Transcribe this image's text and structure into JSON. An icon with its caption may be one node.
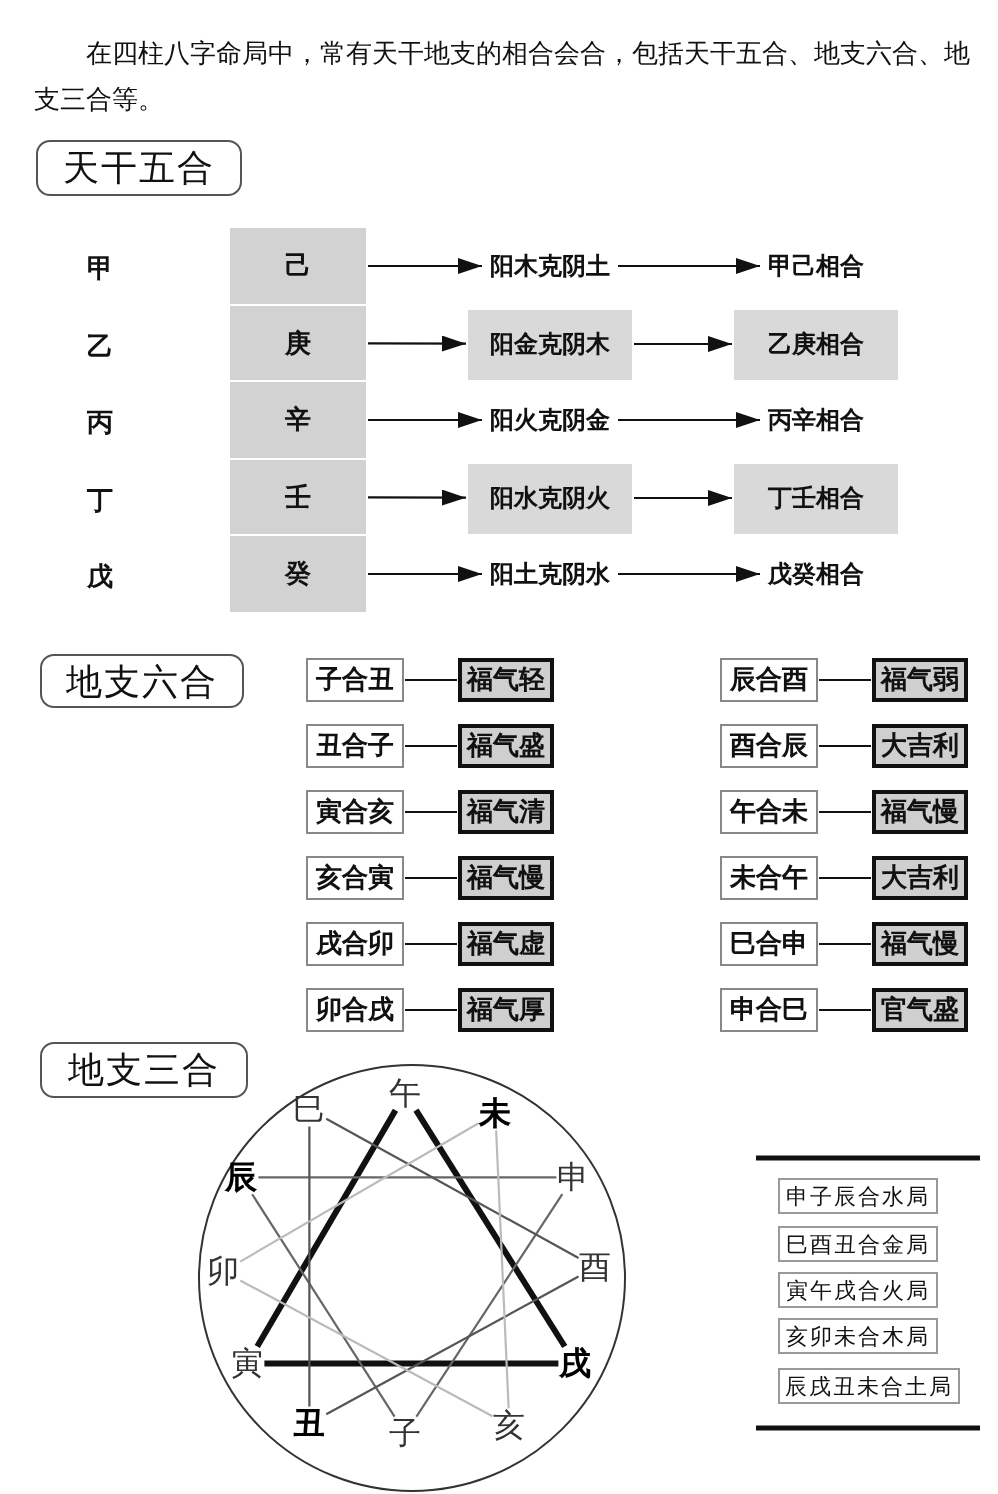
{
  "diagram": {
    "nodes": [
      {
        "text": [
          "天干五合"
        ]
      },
      {
        "text": [
          "己"
        ]
      },
      {
        "text": [
          "阳木克阴土"
        ]
      },
      {
        "text": [
          "甲己相合"
        ]
      },
      {
        "text": [
          "庚"
        ]
      },
      {
        "text": [
          "阳金克阴木"
        ]
      },
      {
        "text": [
          "乙庚相合"
        ]
      },
      {
        "text": [
          "辛"
        ]
      },
      {
        "text": [
          "阳火克阴金"
        ]
      },
      {
        "text": [
          "丙辛相合"
        ]
      },
      {
        "text": [
          "壬"
        ]
      },
      {
        "text": [
          "阳水克阴火"
        ]
      },
      {
        "text": [
          "丁壬相合"
        ]
      },
      {
        "text": [
          "癸"
        ]
      },
      {
        "text": [
          "阳土克阴水"
        ]
      },
      {
        "text": [
          "戊癸相合"
        ]
      },
      {
        "text": [
          "地支六合"
        ]
      },
      {
        "text": [
          "子合丑"
        ]
      },
      {
        "text": [
          "福气轻"
        ]
      },
      {
        "text": [
          "辰合酉"
        ]
      },
      {
        "text": [
          "福气弱"
        ]
      },
      {
        "text": [
          "丑合子"
        ]
      },
      {
        "text": [
          "福气盛"
        ]
      },
      {
        "text": [
          "酉合辰"
        ]
      },
      {
        "text": [
          "大吉利"
        ]
      },
      {
        "text": [
          "寅合亥"
        ]
      },
      {
        "text": [
          "福气清"
        ]
      },
      {
        "text": [
          "午合未"
        ]
      },
      {
        "text": [
          "福气慢"
        ]
      },
      {
        "text": [
          "亥合寅"
        ]
      },
      {
        "text": [
          "福气慢"
        ]
      },
      {
        "text": [
          "未合午"
        ]
      },
      {
        "text": [
          "大吉利"
        ]
      },
      {
        "text": [
          "戌合卯"
        ]
      },
      {
        "text": [
          "福气虚"
        ]
      },
      {
        "text": [
          "巳合申"
        ]
      },
      {
        "text": [
          "福气慢"
        ]
      },
      {
        "text": [
          "卯合戌"
        ]
      },
      {
        "text": [
          "福气厚"
        ]
      },
      {
        "text": [
          "申合巳"
        ]
      },
      {
        "text": [
          "官气盛"
        ]
      },
      {
        "text": [
          "地支三合"
        ]
      },
      {
        "text": [],
        "shape": "circle"
      },
      {
        "text": [
          "午"
        ],
        "in": 42
      },
      {
        "text": [
          "巳"
        ],
        "in": 42
      },
      {
        "text": [
          "未"
        ],
        "in": 42
      },
      {
        "text": [
          "辰"
        ],
        "in": 42
      },
      {
        "text": [
          "申"
        ],
        "in": 42
      },
      {
        "text": [
          "卯"
        ],
        "in": 42
      },
      {
        "text": [
          "酉"
        ],
        "in": 42
      },
      {
        "text": [
          "寅"
        ],
        "in": 42
      },
      {
        "text": [
          "戌"
        ],
        "in": 42
      },
      {
        "text": [
          "丑"
        ],
        "in": 42
      },
      {
        "text": [
          "子"
        ],
        "in": 42
      },
      {
        "text": [
          "亥"
        ],
        "in": 42
      },
      {
        "text": [
          "申子辰合水局"
        ]
      },
      {
        "text": [
          "巳酉丑合金局"
        ]
      },
      {
        "text": [
          "寅午戌合火局"
        ]
      },
      {
        "text": [
          "亥卯未合木局"
        ]
      },
      {
        "text": [
          "辰戌丑未合土局"
        ]
      }
    ],
    "edges": [
      {
        "from": 1,
        "to": 2,
        "arrow": "to"
      },
      {
        "from": 2,
        "to": 3,
        "arrow": "to"
      },
      {
        "from": 4,
        "to": 5,
        "arrow": "to"
      },
      {
        "from": 5,
        "to": 6,
        "arrow": "to"
      },
      {
        "from": 7,
        "to": 8,
        "arrow": "to"
      },
      {
        "from": 8,
        "to": 9,
        "arrow": "to"
      },
      {
        "from": 10,
        "to": 11,
        "arrow": "to"
      },
      {
        "from": 11,
        "to": 12,
        "arrow": "to"
      },
      {
        "from": 13,
        "to": 14,
        "arrow": "to"
      },
      {
        "from": 14,
        "to": 15,
        "arrow": "to"
      },
      {
        "from": 17,
        "to": 18,
        "arrow": "none"
      },
      {
        "from": 19,
        "to": 20,
        "arrow": "none"
      },
      {
        "from": 21,
        "to": 22,
        "arrow": "none"
      },
      {
        "from": 23,
        "to": 24,
        "arrow": "none"
      },
      {
        "from": 25,
        "to": 26,
        "arrow": "none"
      },
      {
        "from": 27,
        "to": 28,
        "arrow": "none"
      },
      {
        "from": 29,
        "to": 30,
        "arrow": "none"
      },
      {
        "from": 31,
        "to": 32,
        "arrow": "none"
      },
      {
        "from": 33,
        "to": 34,
        "arrow": "none"
      },
      {
        "from": 35,
        "to": 36,
        "arrow": "none"
      },
      {
        "from": 37,
        "to": 38,
        "arrow": "none"
      },
      {
        "from": 39,
        "to": 40,
        "arrow": "none"
      },
      {
        "from": 43,
        "to": 50,
        "arrow": "none",
        "style": "thick"
      },
      {
        "from": 50,
        "to": 51,
        "arrow": "none",
        "style": "thick"
      },
      {
        "from": 51,
        "to": 43,
        "arrow": "none",
        "style": "thick"
      },
      {
        "from": 47,
        "to": 53,
        "arrow": "none",
        "color": "#666666"
      },
      {
        "from": 53,
        "to": 46,
        "arrow": "none",
        "color": "#666666"
      },
      {
        "from": 46,
        "to": 47,
        "arrow": "none",
        "color": "#666666"
      },
      {
        "from": 44,
        "to": 49,
        "arrow": "none",
        "color": "#555555"
      },
      {
        "from": 49,
        "to": 52,
        "arrow": "none",
        "color": "#555555"
      },
      {
        "from": 52,
        "to": 44,
        "arrow": "none",
        "color": "#555555"
      },
      {
        "from": 54,
        "to": 48,
        "arrow": "none",
        "color": "#bbbbbb"
      },
      {
        "from": 48,
        "to": 45,
        "arrow": "none",
        "color": "#bbbbbb"
      },
      {
        "from": 45,
        "to": 54,
        "arrow": "none",
        "color": "#bbbbbb"
      }
    ],
    "labels": [
      "在四柱八字命局中，常有天干地支的相合会合，包括天干五合、地支六合、地支三合等。",
      "甲",
      "乙",
      "丙",
      "丁",
      "戊"
    ]
  }
}
